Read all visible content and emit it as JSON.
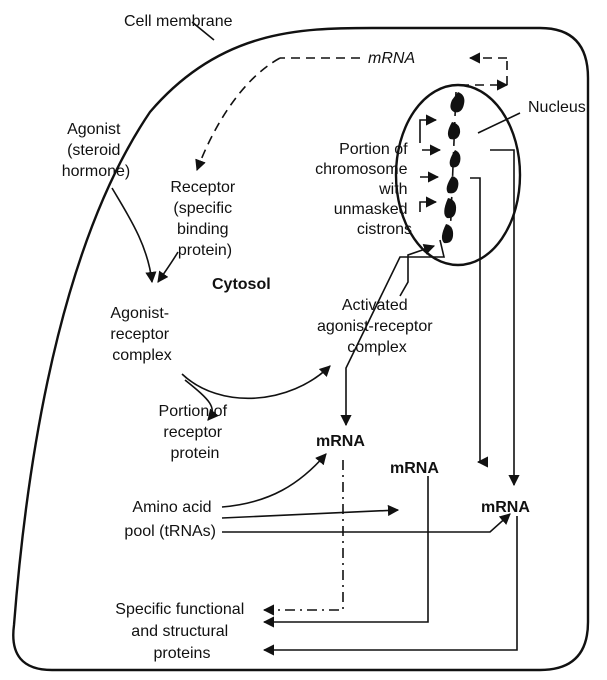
{
  "labels": {
    "cell_membrane": "Cell membrane",
    "mrna_dashed": "mRNA",
    "nucleus": "Nucleus",
    "agonist": [
      "Agonist",
      "(steroid",
      "hormone)"
    ],
    "receptor": [
      "Receptor",
      "(specific",
      "binding",
      "protein)"
    ],
    "chromosome": [
      "Portion of",
      "chromosome",
      "with",
      "unmasked",
      "cistrons"
    ],
    "cytosol": "Cytosol",
    "agonist_receptor_complex": [
      "Agonist-",
      "receptor",
      "complex"
    ],
    "activated_complex": [
      "Activated",
      "agonist-receptor",
      "complex"
    ],
    "portion_receptor": [
      "Portion of",
      "receptor",
      "protein"
    ],
    "mrna_1": "mRNA",
    "mrna_2": "mRNA",
    "mrna_3": "mRNA",
    "amino_acid_pool": [
      "Amino acid",
      "pool (tRNAs)"
    ],
    "proteins": [
      "Specific functional",
      "and structural",
      "proteins"
    ]
  }
}
